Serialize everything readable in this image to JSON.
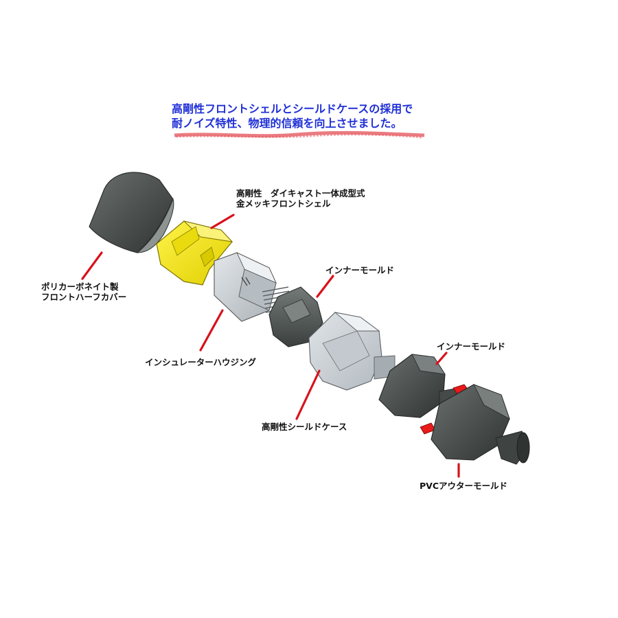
{
  "headline": {
    "line1": "高剛性フロントシェルとシールドケースの採用で",
    "line2": "耐ノイズ特性、物理的信頼を向上させました。"
  },
  "labels": {
    "front_shell_line1": "高剛性　ダイキャスト一体成型式",
    "front_shell_line2": "金メッキフロントシェル",
    "half_cover_line1": "ポリカーボネイト製",
    "half_cover_line2": "フロントハーフカバー",
    "insulator": "インシュレーターハウジング",
    "inner_mold_1": "インナーモールド",
    "inner_mold_2": "インナーモールド",
    "shield_case": "高剛性シールドケース",
    "outer_mold": "PVCアウターモールド"
  },
  "colors": {
    "headline": "#1f2fd6",
    "leader_line": "#d8111a",
    "shell_yellow": "#f5e600",
    "dark_mold": "#4f5452",
    "shield_gray": "#c9cfd3"
  }
}
